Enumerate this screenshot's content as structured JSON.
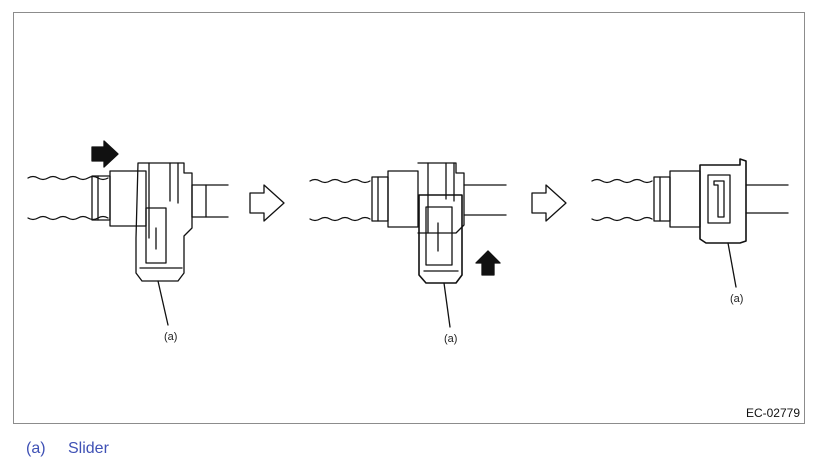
{
  "figure": {
    "code": "EC-02779",
    "callout_label": "(a)",
    "step_arrow_icon": "hollow-right-arrow-icon",
    "action_push_icon": "solid-right-arrow-icon",
    "action_lift_icon": "solid-up-arrow-icon"
  },
  "legend": {
    "ref": "(a)",
    "text": "Slider"
  },
  "colors": {
    "line": "#111111",
    "legend_text": "#3f51b5",
    "frame": "#8c8c8c"
  }
}
